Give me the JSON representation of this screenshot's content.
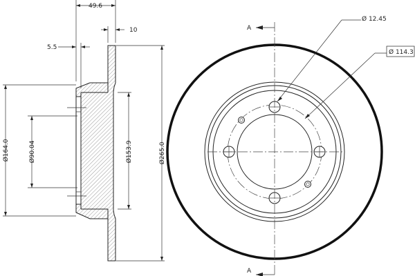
{
  "side_view": {
    "dims": {
      "overall_width": "49.6",
      "hat_thickness": "10",
      "offset": "5.5",
      "dia_hat_outer": "Ø164.0",
      "dia_center_bore": "Ø90.04",
      "dia_hat_inner": "Ø153.9",
      "dia_disc": "Ø265.0"
    }
  },
  "front_view": {
    "section_label_top": "A",
    "section_label_bottom": "A",
    "dims": {
      "bolt_hole_dia": "Ø 12.45",
      "pcd": "Ø 114.3"
    }
  }
}
